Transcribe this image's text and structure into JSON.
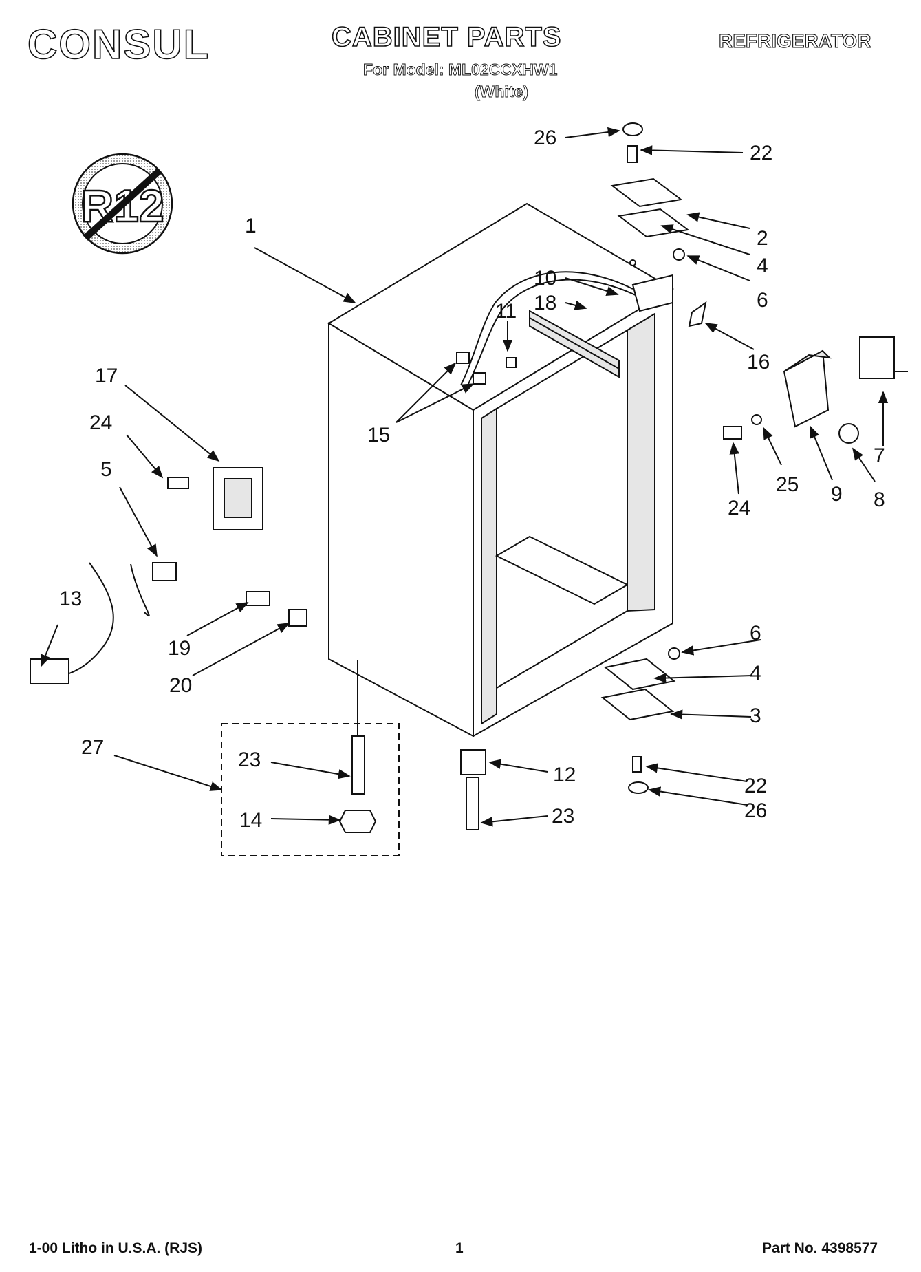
{
  "header": {
    "brand": "CONSUL",
    "title": "CABINET PARTS",
    "model_line": "For Model: ML02CCXHW1",
    "color_line": "(White)",
    "product": "REFRIGERATOR"
  },
  "badge": {
    "text": "R12",
    "icon": "no-r12-refrigerant-icon"
  },
  "callouts": [
    "1",
    "2",
    "3",
    "4",
    "4",
    "5",
    "6",
    "6",
    "7",
    "8",
    "9",
    "10",
    "11",
    "12",
    "13",
    "14",
    "15",
    "16",
    "17",
    "18",
    "19",
    "20",
    "22",
    "22",
    "23",
    "23",
    "24",
    "24",
    "25",
    "26",
    "26",
    "27"
  ],
  "footer": {
    "left": "1-00 Litho in U.S.A. (RJS)",
    "center": "1",
    "right": "Part No. 4398577"
  }
}
